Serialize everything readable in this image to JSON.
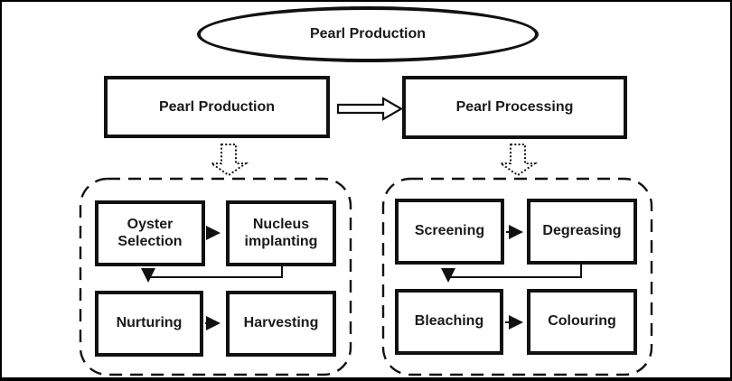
{
  "colors": {
    "ink": "#111111",
    "background": "#ffffff"
  },
  "diagram": {
    "title": "Pearl Production",
    "stages": [
      {
        "label": "Pearl Production"
      },
      {
        "label": "Pearl Processing"
      }
    ],
    "groups": [
      {
        "name": "pearl-production-steps",
        "steps": [
          "Oyster Selection",
          "Nucleus implanting",
          "Nurturing",
          "Harvesting"
        ]
      },
      {
        "name": "pearl-processing-steps",
        "steps": [
          "Screening",
          "Degreasing",
          "Bleaching",
          "Colouring"
        ]
      }
    ],
    "icons": {
      "stage_connector": "right-block-arrow-icon",
      "group_pointer": "dashed-down-arrow-icon",
      "step_connector": "right-arrow-icon",
      "row_connector": "elbow-down-arrow-icon"
    }
  }
}
